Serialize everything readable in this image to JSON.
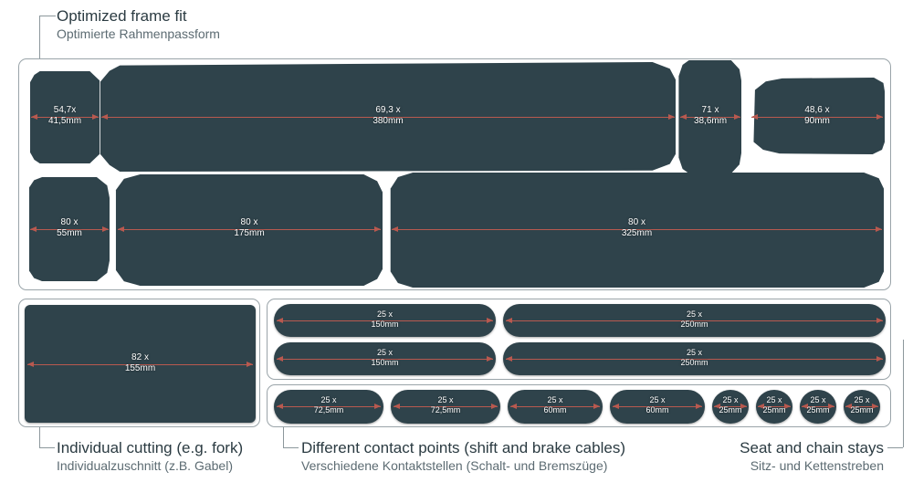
{
  "callouts": {
    "top_left": {
      "en": "Optimized frame fit",
      "de": "Optimierte Rahmenpassform"
    },
    "bottom_left": {
      "en": "Individual cutting (e.g. fork)",
      "de": "Individualzuschnitt (z.B. Gabel)"
    },
    "bottom_mid": {
      "en": "Different contact points (shift and brake cables)",
      "de": "Verschiedene Kontaktstellen (Schalt- und Bremszüge)"
    },
    "bottom_right": {
      "en": "Seat and chain stays",
      "de": "Sitz- und Kettenstreben"
    }
  },
  "colors": {
    "piece": "#2f434b",
    "dimension": "#b9594f",
    "outline": "#9aa4a9",
    "label_primary": "#2b3b42",
    "label_secondary": "#5c6b72"
  },
  "frame_row1": [
    {
      "width": "54,7x",
      "length": "41,5mm"
    },
    {
      "width": "69,3 x",
      "length": "380mm"
    },
    {
      "width": "71 x",
      "length": "38,6mm"
    },
    {
      "width": "48,6 x",
      "length": "90mm"
    }
  ],
  "frame_row2": [
    {
      "width": "80 x",
      "length": "55mm"
    },
    {
      "width": "80 x",
      "length": "175mm"
    },
    {
      "width": "80 x",
      "length": "325mm"
    }
  ],
  "fork": {
    "width": "82 x",
    "length": "155mm"
  },
  "cables_row1": [
    {
      "width": "25 x",
      "length": "150mm"
    },
    {
      "width": "25 x",
      "length": "250mm"
    }
  ],
  "cables_row2": [
    {
      "width": "25 x",
      "length": "150mm"
    },
    {
      "width": "25 x",
      "length": "250mm"
    }
  ],
  "stays_row": [
    {
      "width": "25 x",
      "length": "72,5mm"
    },
    {
      "width": "25 x",
      "length": "72,5mm"
    },
    {
      "width": "25 x",
      "length": "60mm"
    },
    {
      "width": "25 x",
      "length": "60mm"
    },
    {
      "width": "25 x",
      "length": "25mm"
    },
    {
      "width": "25 x",
      "length": "25mm"
    },
    {
      "width": "25 x",
      "length": "25mm"
    },
    {
      "width": "25 x",
      "length": "25mm"
    }
  ]
}
